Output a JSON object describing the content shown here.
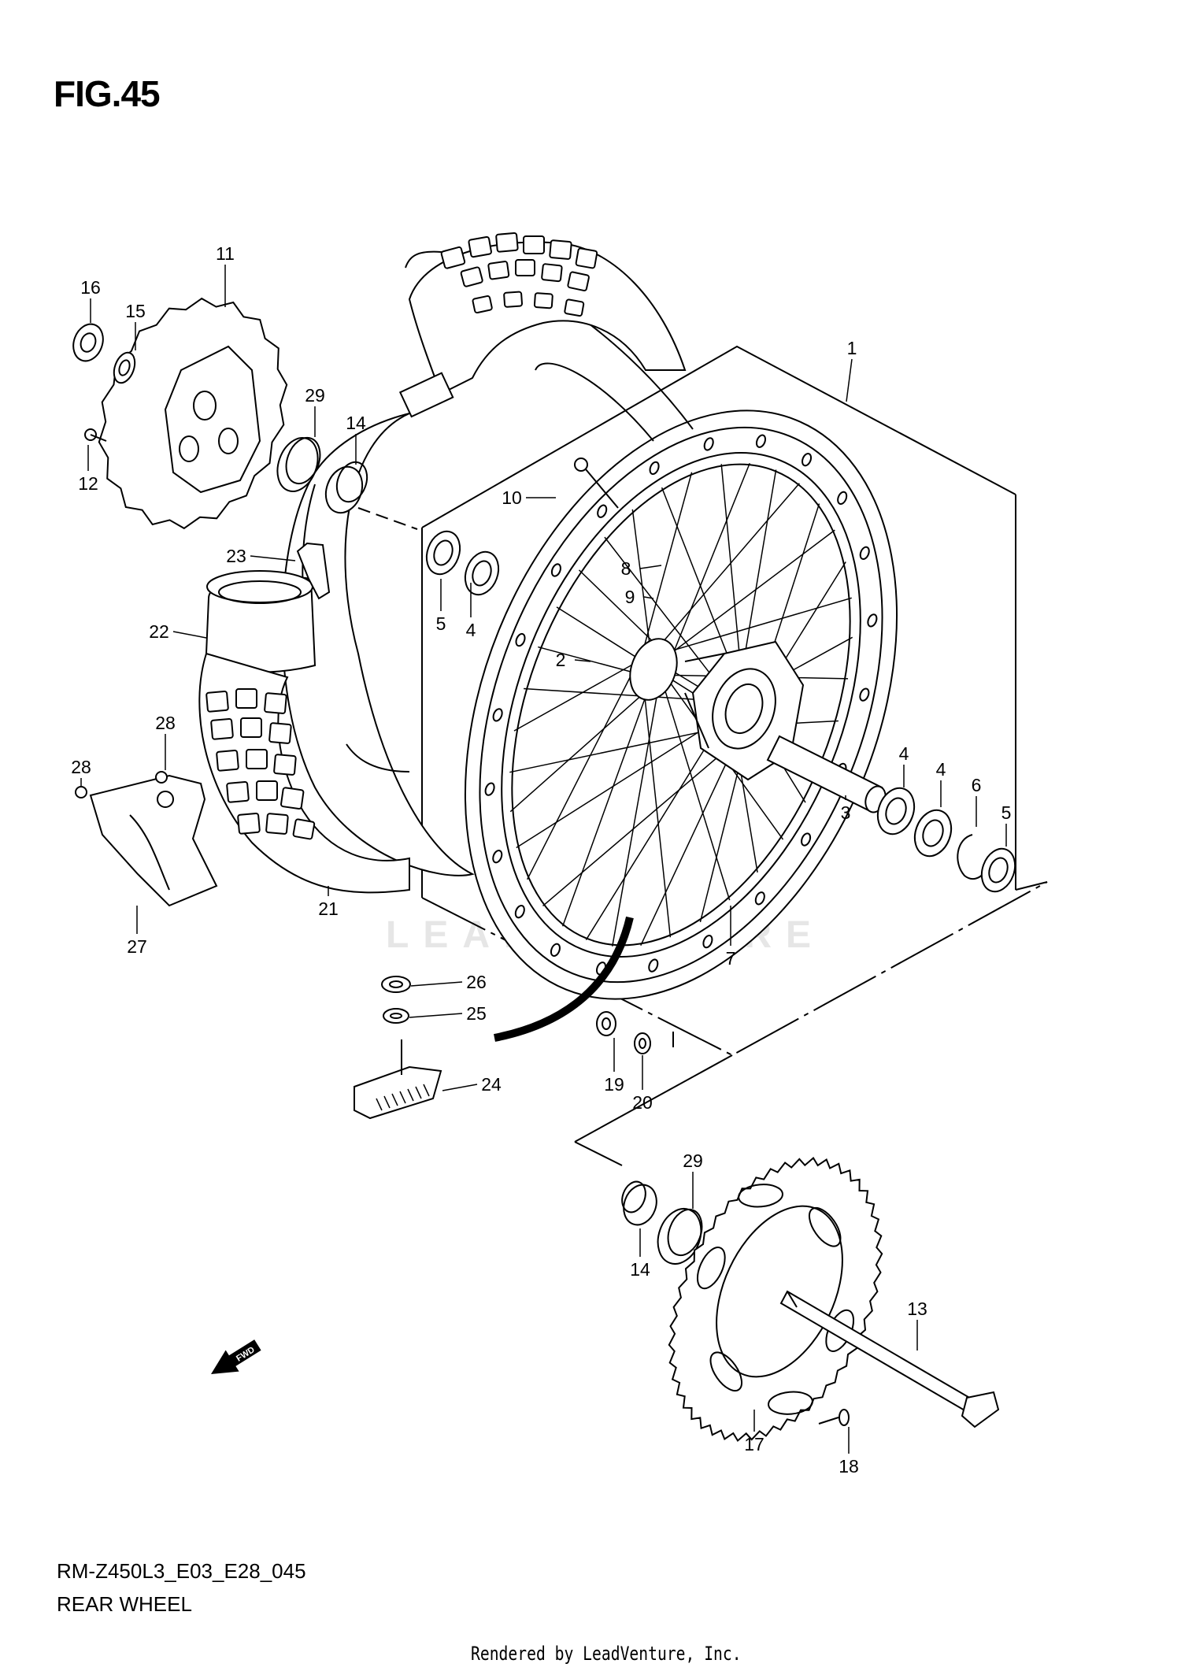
{
  "figure": {
    "title": "FIG.45",
    "model_code": "RM-Z450L3_E03_E28_045",
    "section_name": "REAR WHEEL",
    "credit": "Rendered by LeadVenture, Inc.",
    "watermark": "LEADVENTURE",
    "fwd_marker": "FWD"
  },
  "callouts": [
    {
      "number": "1",
      "part": "wheel-assembly"
    },
    {
      "number": "2",
      "part": "hub"
    },
    {
      "number": "3",
      "part": "spacer-sleeve"
    },
    {
      "number": "4",
      "part": "bearing"
    },
    {
      "number": "4",
      "part": "bearing"
    },
    {
      "number": "4",
      "part": "bearing"
    },
    {
      "number": "5",
      "part": "dust-seal"
    },
    {
      "number": "5",
      "part": "dust-seal"
    },
    {
      "number": "6",
      "part": "circlip"
    },
    {
      "number": "7",
      "part": "rim"
    },
    {
      "number": "8",
      "part": "spoke-set-outer"
    },
    {
      "number": "9",
      "part": "spoke-set-inner"
    },
    {
      "number": "10",
      "part": "spoke-nipple"
    },
    {
      "number": "11",
      "part": "brake-disc"
    },
    {
      "number": "12",
      "part": "disc-bolt"
    },
    {
      "number": "13",
      "part": "axle"
    },
    {
      "number": "14",
      "part": "collar"
    },
    {
      "number": "14",
      "part": "collar"
    },
    {
      "number": "15",
      "part": "washer"
    },
    {
      "number": "16",
      "part": "axle-nut"
    },
    {
      "number": "17",
      "part": "sprocket"
    },
    {
      "number": "18",
      "part": "sprocket-bolt"
    },
    {
      "number": "19",
      "part": "sprocket-nut"
    },
    {
      "number": "20",
      "part": "washer"
    },
    {
      "number": "21",
      "part": "tire"
    },
    {
      "number": "22",
      "part": "tube"
    },
    {
      "number": "23",
      "part": "rim-band"
    },
    {
      "number": "24",
      "part": "rim-lock"
    },
    {
      "number": "25",
      "part": "washer"
    },
    {
      "number": "26",
      "part": "nut"
    },
    {
      "number": "27",
      "part": "disc-cover"
    },
    {
      "number": "28",
      "part": "screw"
    },
    {
      "number": "28",
      "part": "screw"
    },
    {
      "number": "29",
      "part": "dust-seal"
    },
    {
      "number": "29",
      "part": "dust-seal"
    }
  ]
}
